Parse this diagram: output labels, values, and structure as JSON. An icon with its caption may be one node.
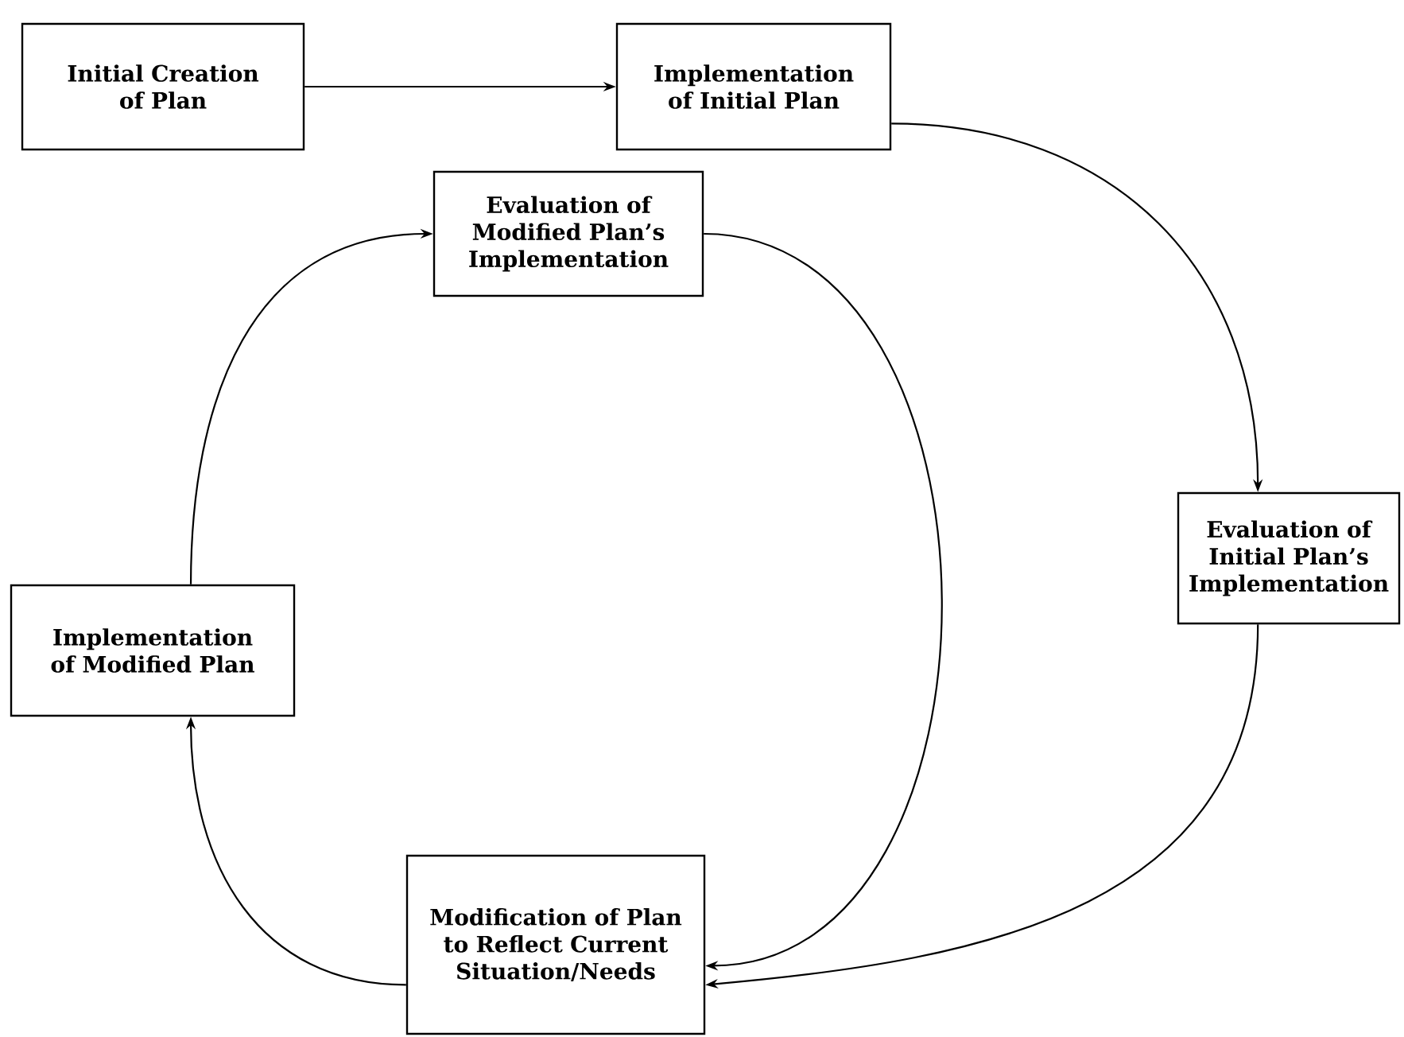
{
  "diagram": {
    "nodes": [
      {
        "text": [
          "Initial Creation of Plan"
        ]
      },
      {
        "text": [
          "Implementation of Initial Plan"
        ]
      },
      {
        "text": [
          "Evaluation of Modified Plan’s Implementation"
        ]
      },
      {
        "text": [
          "Evaluation of Initial Plan’s Implementation"
        ]
      },
      {
        "text": [
          "Implementation of Modified Plan"
        ]
      },
      {
        "text": [
          "Modification of Plan to Reflect Current Situation/Needs"
        ]
      }
    ],
    "edges": [
      {
        "from": 0,
        "to": 1,
        "arrow": "to"
      },
      {
        "from": 1,
        "to": 3,
        "arrow": "to"
      },
      {
        "from": 3,
        "to": 5,
        "arrow": "to"
      },
      {
        "from": 5,
        "to": 4,
        "arrow": "to"
      },
      {
        "from": 4,
        "to": 2,
        "arrow": "to"
      },
      {
        "from": 2,
        "to": 5,
        "arrow": "to"
      }
    ]
  }
}
